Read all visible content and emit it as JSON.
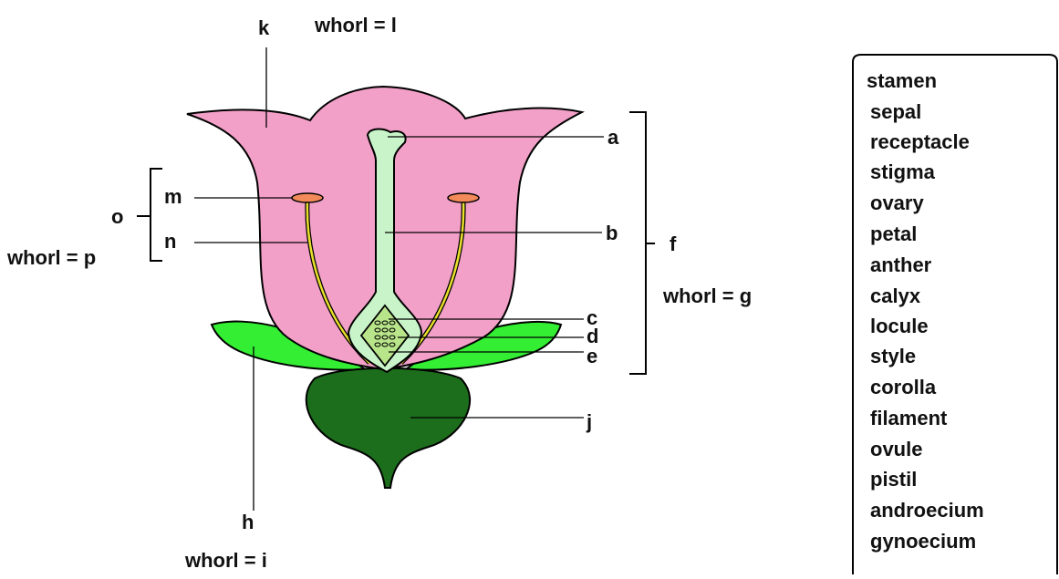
{
  "part_labels": {
    "a": "a",
    "b": "b",
    "c": "c",
    "d": "d",
    "e": "e",
    "f": "f",
    "h": "h",
    "j": "j",
    "k": "k",
    "m": "m",
    "n": "n",
    "o": "o"
  },
  "whorl_labels": {
    "l": "whorl = l",
    "p": "whorl = p",
    "g": "whorl = g",
    "i": "whorl =  i"
  },
  "word_bank": [
    "stamen",
    "sepal",
    "receptacle",
    "stigma",
    "ovary",
    "petal",
    "anther",
    "calyx",
    "locule",
    "style",
    "corolla",
    "filament",
    "ovule",
    "pistil",
    "androecium",
    "gynoecium"
  ],
  "colors": {
    "petal": "#f3a0c8",
    "pistil": "#c9f4c9",
    "sepal": "#33ee33",
    "receptacle": "#1c6e1c",
    "anther": "#f28a5a",
    "filament": "#e8e02a"
  }
}
